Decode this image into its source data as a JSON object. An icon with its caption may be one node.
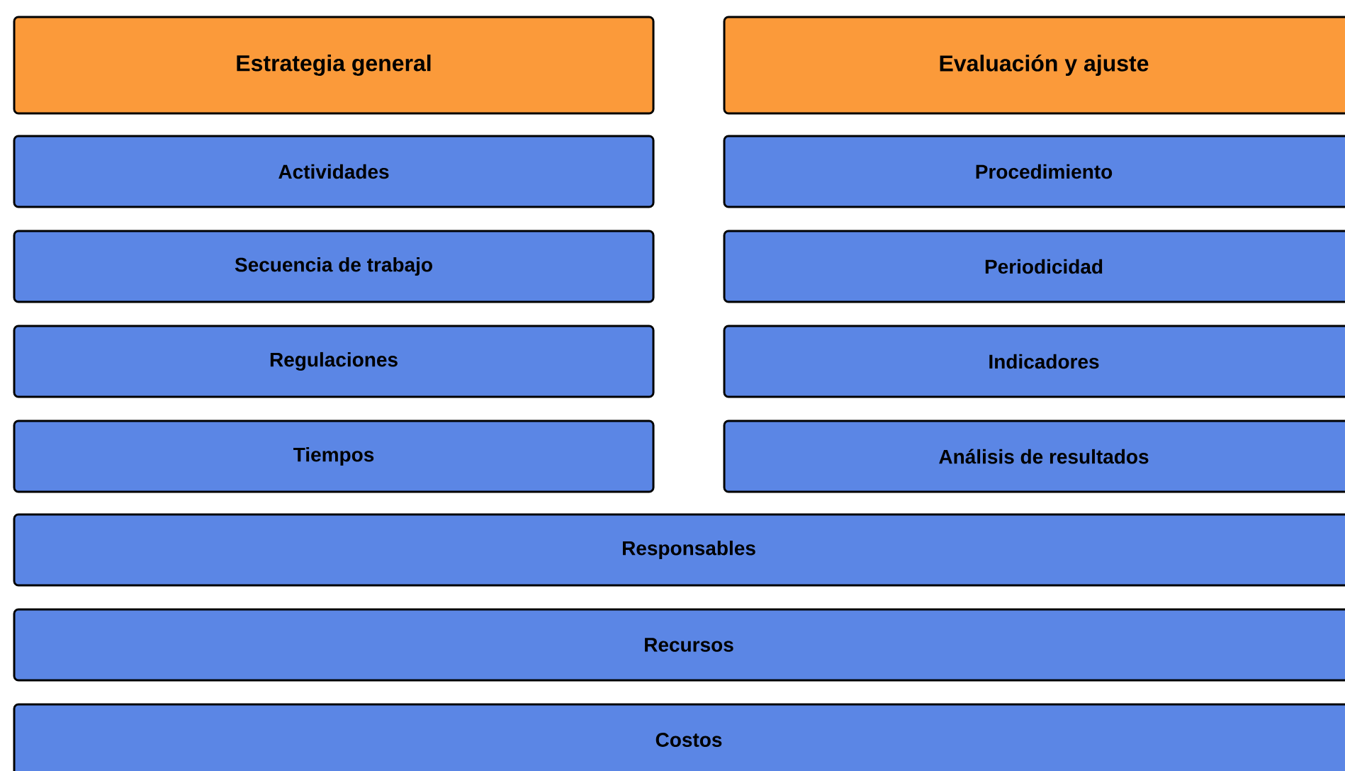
{
  "diagram": {
    "nodes": [
      {
        "text": [
          "Estrategia general"
        ]
      },
      {
        "text": [
          "Evaluación y ajuste"
        ]
      },
      {
        "text": [
          "Actividades"
        ]
      },
      {
        "text": [
          "Procedimiento"
        ]
      },
      {
        "text": [
          "Secuencia de trabajo"
        ]
      },
      {
        "text": [
          "Periodicidad"
        ]
      },
      {
        "text": [
          "Regulaciones"
        ]
      },
      {
        "text": [
          "Indicadores"
        ]
      },
      {
        "text": [
          "Tiempos"
        ]
      },
      {
        "text": [
          "Análisis de resultados"
        ]
      },
      {
        "text": [
          "Responsables"
        ]
      },
      {
        "text": [
          "Recursos"
        ]
      },
      {
        "text": [
          "Costos"
        ]
      }
    ]
  }
}
